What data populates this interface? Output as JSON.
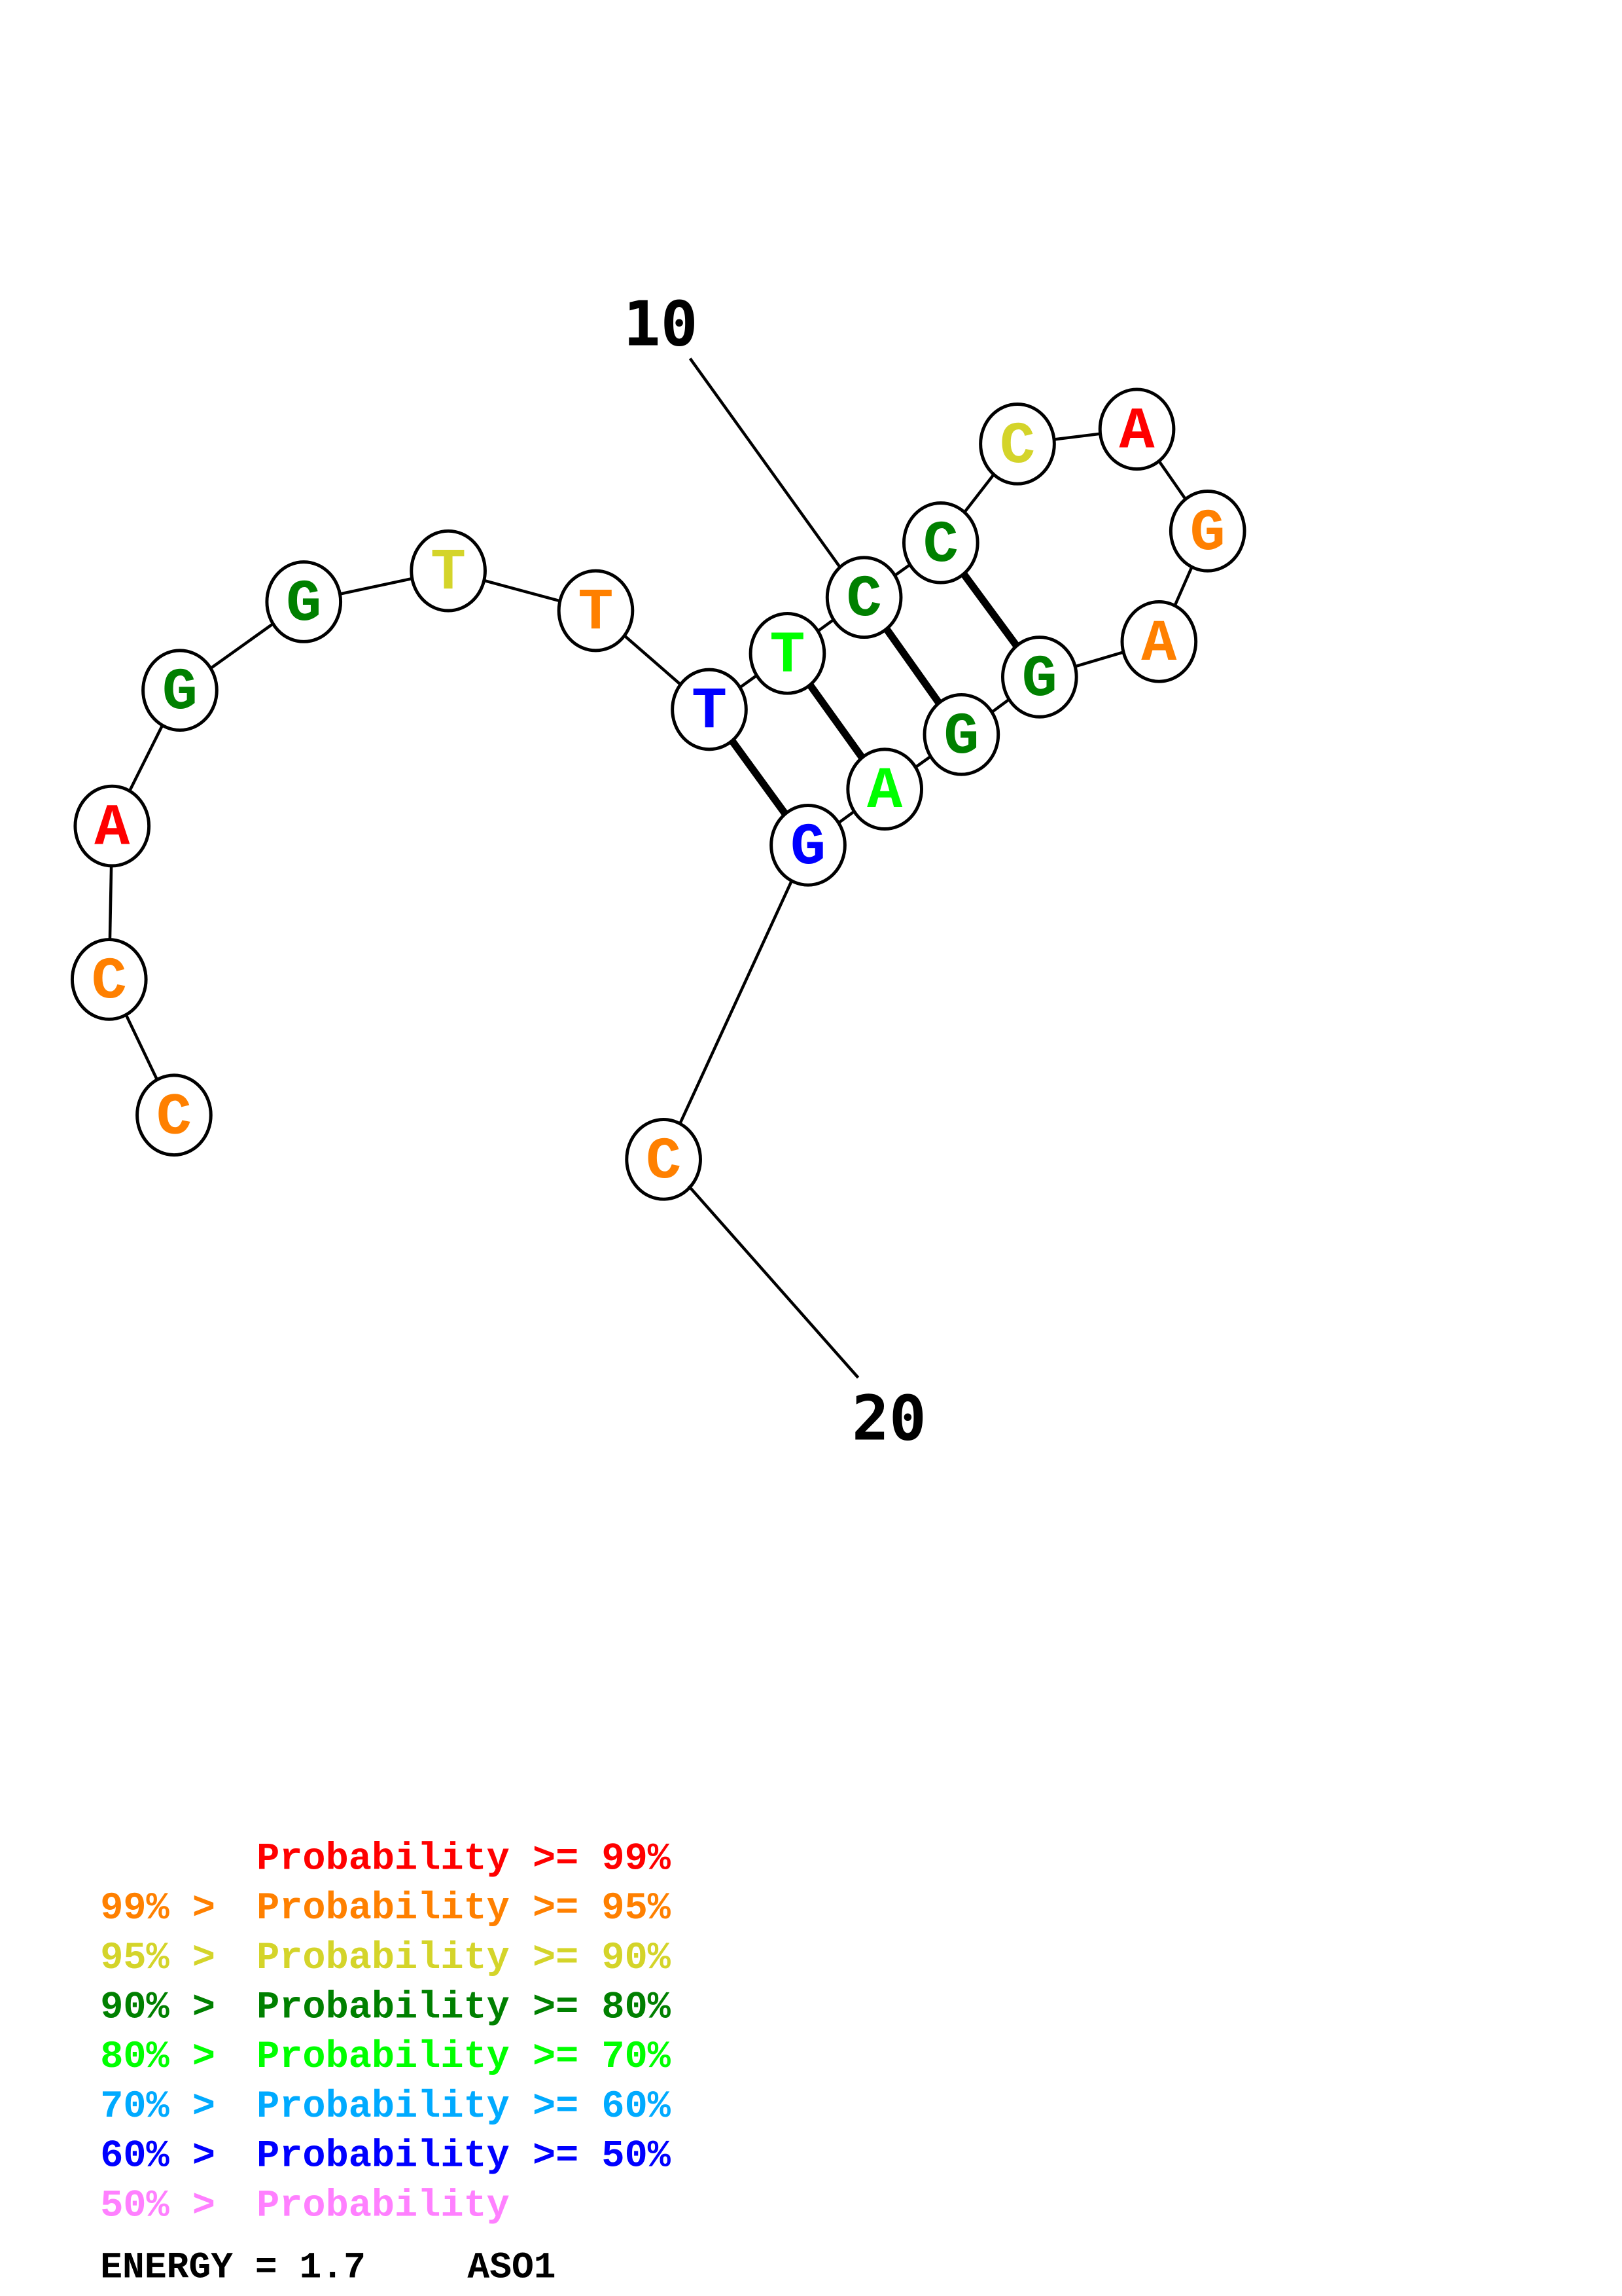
{
  "colors": {
    "p99": "#ff0000",
    "p95": "#ff8000",
    "p90": "#d4d42a",
    "p80": "#008000",
    "p70": "#00ff00",
    "p60": "#00aaff",
    "p50": "#0000ff",
    "plow": "#ff80ff"
  },
  "sequence": [
    {
      "base": "C",
      "cls": "p95"
    },
    {
      "base": "C",
      "cls": "p95"
    },
    {
      "base": "A",
      "cls": "p99"
    },
    {
      "base": "G",
      "cls": "p80"
    },
    {
      "base": "G",
      "cls": "p80"
    },
    {
      "base": "T",
      "cls": "p90"
    },
    {
      "base": "T",
      "cls": "p95"
    },
    {
      "base": "T",
      "cls": "p50"
    },
    {
      "base": "T",
      "cls": "p70"
    },
    {
      "base": "C",
      "cls": "p80"
    },
    {
      "base": "C",
      "cls": "p80"
    },
    {
      "base": "C",
      "cls": "p90"
    },
    {
      "base": "A",
      "cls": "p99"
    },
    {
      "base": "G",
      "cls": "p95"
    },
    {
      "base": "A",
      "cls": "p95"
    },
    {
      "base": "G",
      "cls": "p80"
    },
    {
      "base": "G",
      "cls": "p80"
    },
    {
      "base": "A",
      "cls": "p70"
    },
    {
      "base": "G",
      "cls": "p50"
    },
    {
      "base": "C",
      "cls": "p95"
    }
  ],
  "pairs": [
    [
      8,
      19
    ],
    [
      9,
      18
    ],
    [
      10,
      17
    ],
    [
      11,
      16
    ]
  ],
  "index_labels": {
    "ten": "10",
    "twenty": "20"
  },
  "legend": [
    {
      "prefix": "",
      "text": "Probability >= 99%",
      "cls": "p99"
    },
    {
      "prefix": "99% >",
      "text": "Probability >= 95%",
      "cls": "p95"
    },
    {
      "prefix": "95% >",
      "text": "Probability >= 90%",
      "cls": "p90"
    },
    {
      "prefix": "90% >",
      "text": "Probability >= 80%",
      "cls": "p80"
    },
    {
      "prefix": "80% >",
      "text": "Probability >= 70%",
      "cls": "p70"
    },
    {
      "prefix": "70% >",
      "text": "Probability >= 60%",
      "cls": "p60"
    },
    {
      "prefix": "60% >",
      "text": "Probability >= 50%",
      "cls": "p50"
    },
    {
      "prefix": "50% >",
      "text": "Probability",
      "cls": "plow"
    }
  ],
  "footer": {
    "energy": "ENERGY = 1.7",
    "name": "ASO1"
  }
}
